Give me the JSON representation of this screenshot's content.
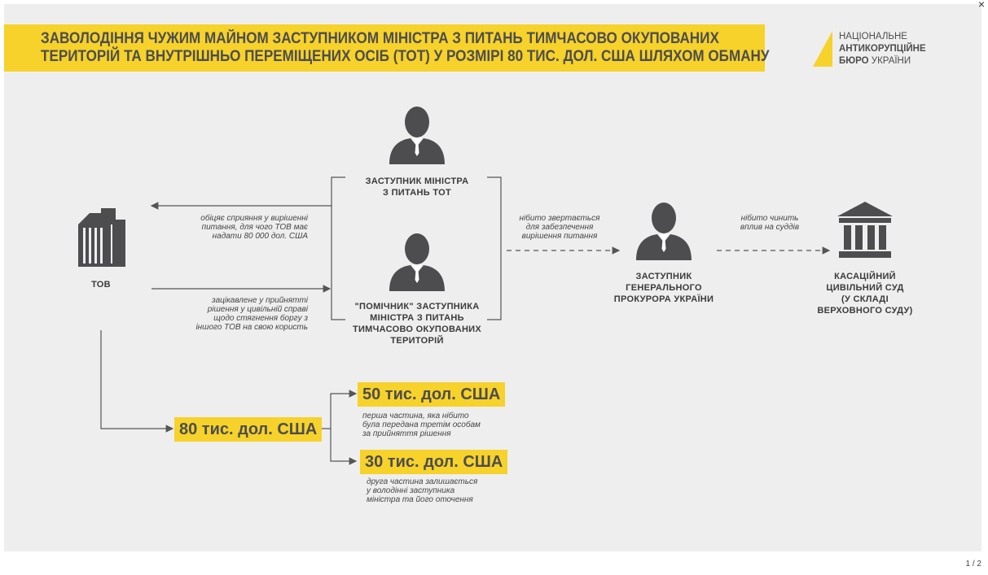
{
  "title": {
    "line1": "ЗАВОЛОДІННЯ ЧУЖИМ МАЙНОМ ЗАСТУПНИКОМ МІНІСТРА З ПИТАНЬ ТИМЧАСОВО ОКУПОВАНИХ",
    "line2": "ТЕРИТОРІЙ ТА ВНУТРІШНЬО ПЕРЕМІЩЕНИХ ОСІБ (ТОТ) У РОЗМІРІ 80 ТИС. ДОЛ. США ШЛЯХОМ ОБМАНУ"
  },
  "logo": {
    "line1": "НАЦІОНАЛЬНЕ",
    "line2": "АНТИКОРУПЦІЙНЕ",
    "line3_bold": "БЮРО",
    "line3_rest": " УКРАЇНИ"
  },
  "nodes": {
    "company": "ТОВ",
    "deputy_minister_1": "ЗАСТУПНИК МІНІСТРА",
    "deputy_minister_2": "З ПИТАНЬ ТОТ",
    "assistant_1": "\"ПОМІЧНИК\" ЗАСТУПНИКА",
    "assistant_2": "МІНІСТРА З ПИТАНЬ",
    "assistant_3": "ТИМЧАСОВО ОКУПОВАНИХ",
    "assistant_4": "ТЕРИТОРІЙ",
    "prosecutor_1": "ЗАСТУПНИК",
    "prosecutor_2": "ГЕНЕРАЛЬНОГО",
    "prosecutor_3": "ПРОКУРОРА УКРАЇНИ",
    "court_1": "КАСАЦІЙНИЙ",
    "court_2": "ЦИВІЛЬНИЙ СУД",
    "court_3": "(У СКЛАДІ",
    "court_4": "ВЕРХОВНОГО СУДУ)"
  },
  "notes": {
    "promise_1": "обіцяє сприяння у вирішенні",
    "promise_2": "питання, для чого ТОВ має",
    "promise_3": "надати 80 000 дол. США",
    "interest_1": "зацікавлене у прийнятті",
    "interest_2": "рішення у цивільній справі",
    "interest_3": "щодо стягнення боргу з",
    "interest_4": "іншого ТОВ на свою користь",
    "appeal_1": "нібито звертається",
    "appeal_2": "для забезпечення",
    "appeal_3": "вирішення питання",
    "influence_1": "нібито чинить",
    "influence_2": "вплив на суддів",
    "part1_1": "перша частина, яка нібито",
    "part1_2": "була передана третім особам",
    "part1_3": "за прийняття рішення",
    "part2_1": "друга частина залишається",
    "part2_2": "у володінні заступника",
    "part2_3": "міністра та його оточення"
  },
  "amounts": {
    "total": "80 тис. дол. США",
    "part1": "50 тис. дол. США",
    "part2": "30 тис. дол. США"
  },
  "ui": {
    "close": "×",
    "pager": "1 / 2"
  },
  "colors": {
    "accent": "#f6d22a",
    "icon": "#4d4d4f",
    "background": "#eeeeee"
  }
}
